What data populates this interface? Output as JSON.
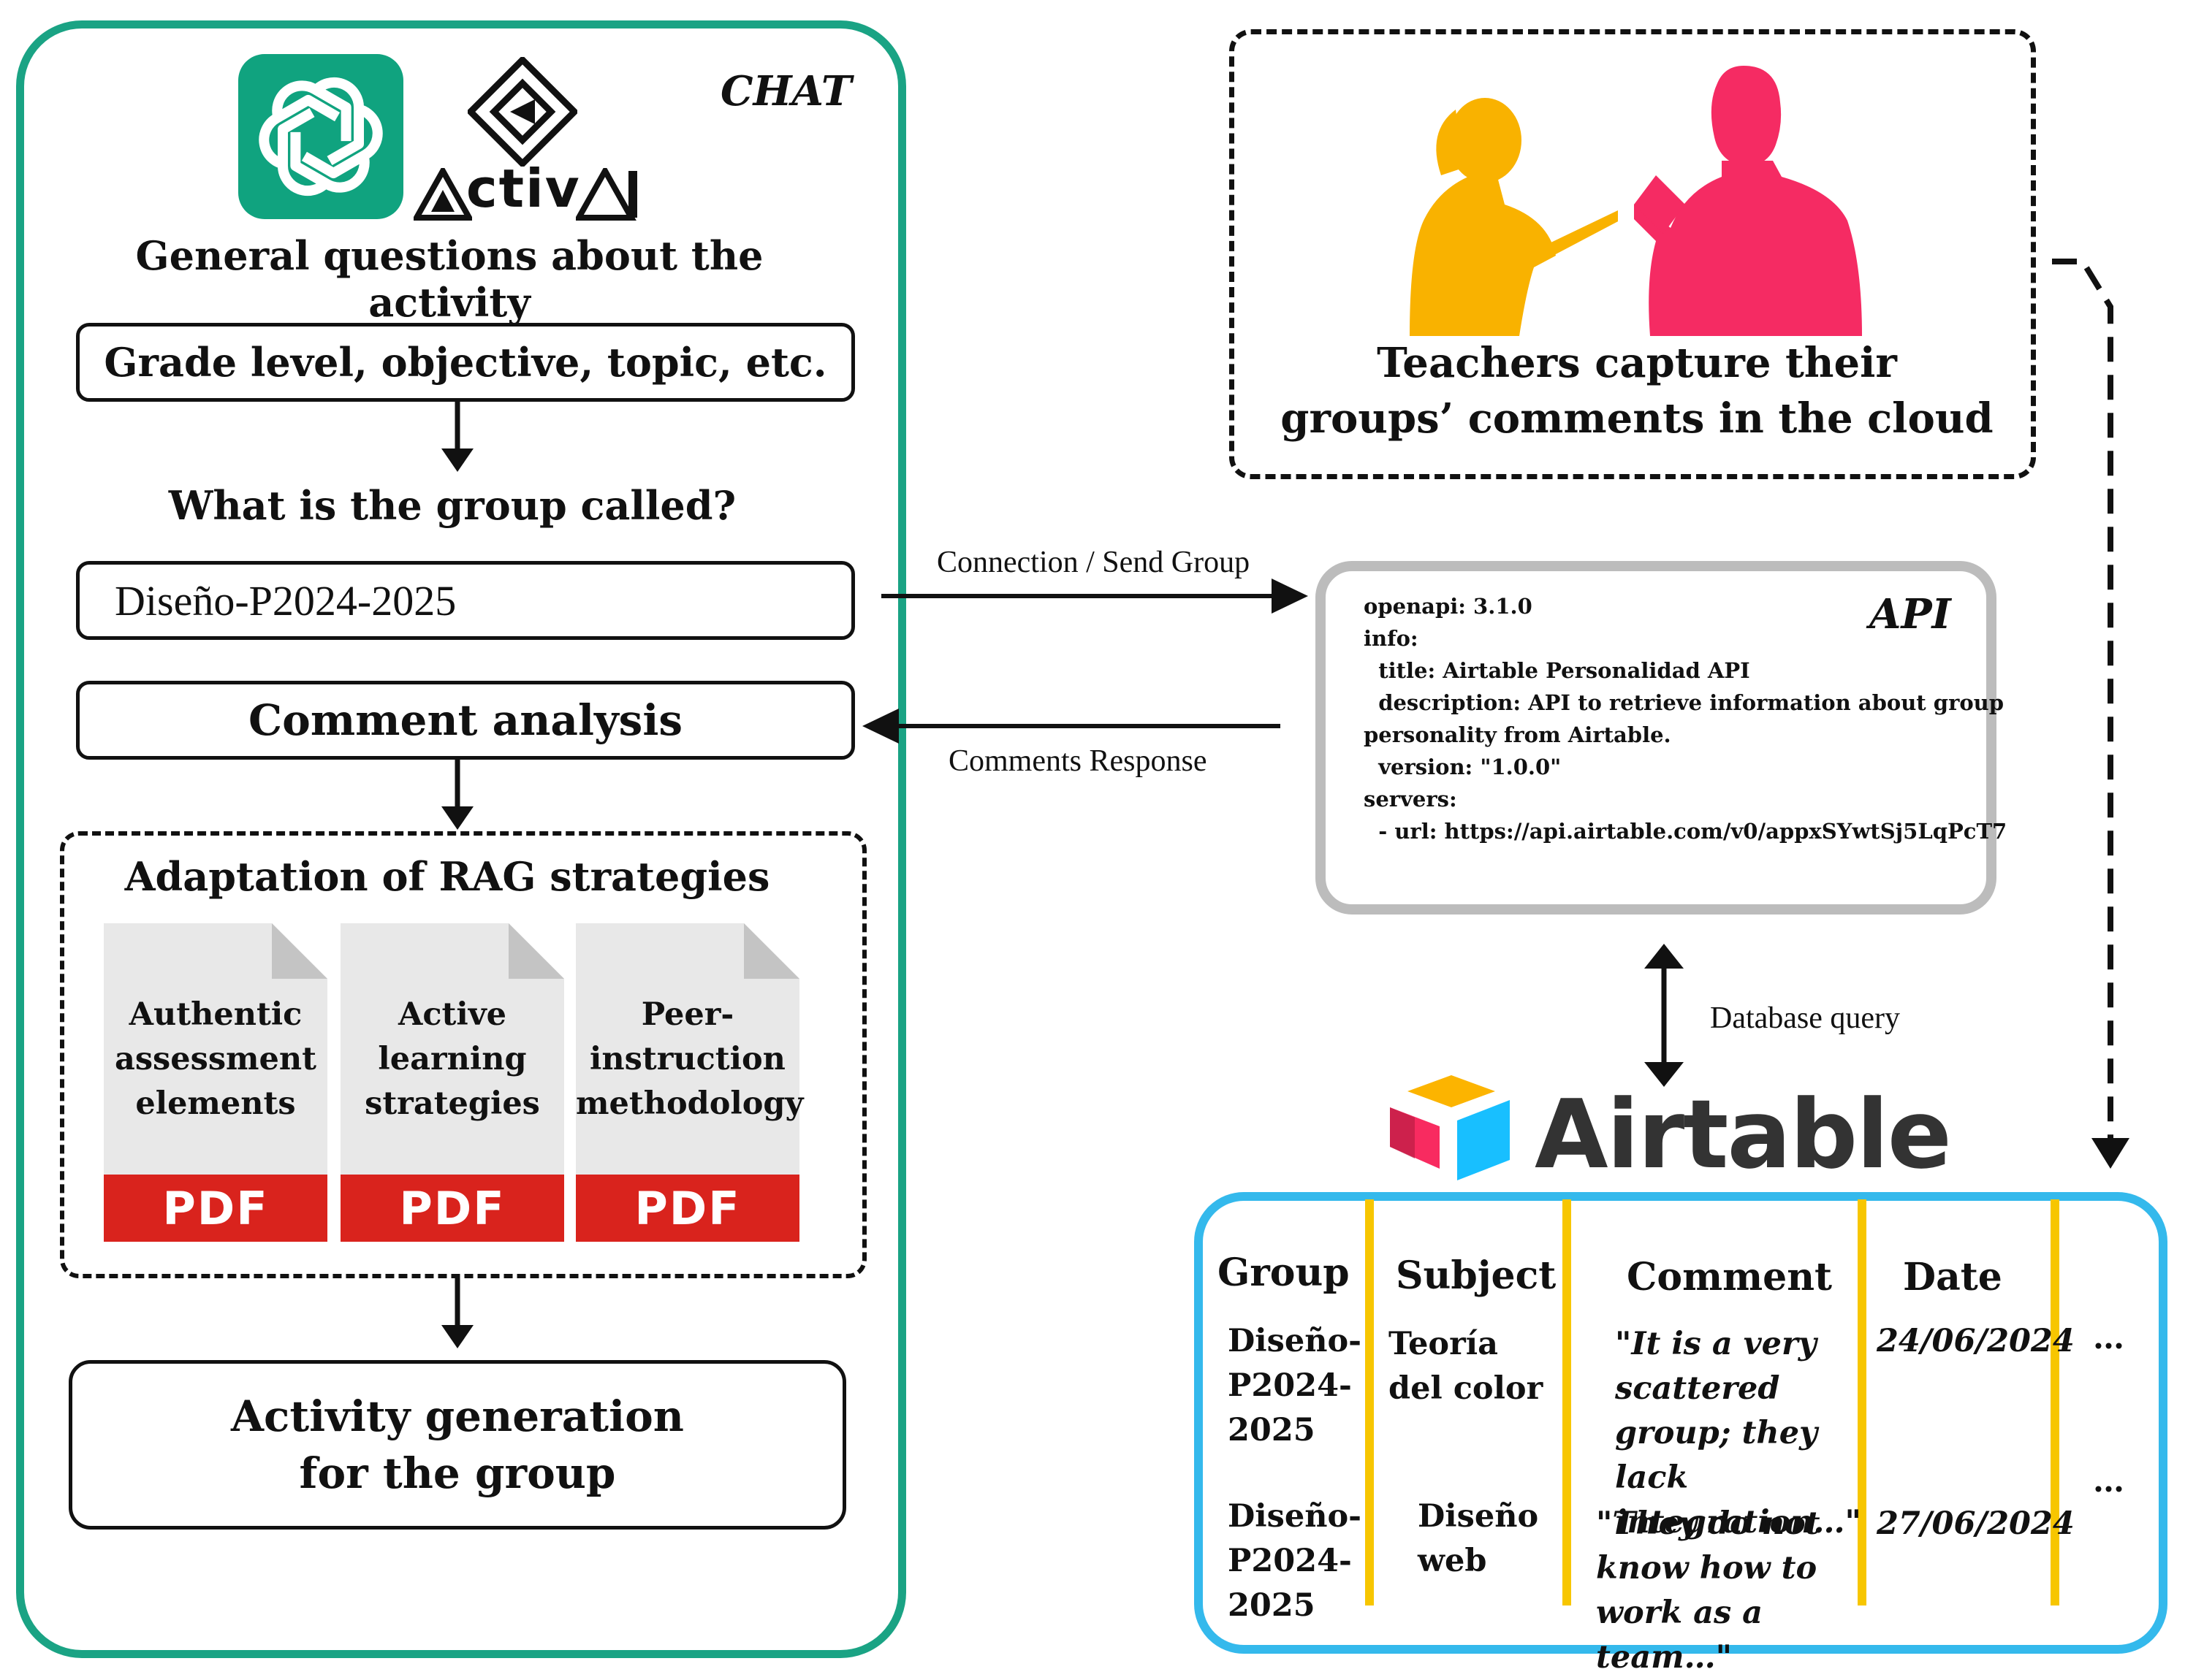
{
  "chat_panel": {
    "label": "CHAT",
    "activa_logo_text": "ctiv",
    "general_questions": "General questions about the activity",
    "step1": "Grade level, objective, topic, etc.",
    "question": "What is the group called?",
    "group_input": "Diseño-P2024-2025",
    "step2": "Comment analysis",
    "rag_title": "Adaptation of RAG strategies",
    "pdfs": [
      {
        "title": "Authentic assessment elements",
        "badge": "PDF"
      },
      {
        "title": "Active learning strategies",
        "badge": "PDF"
      },
      {
        "title": "Peer-instruction methodology",
        "badge": "PDF"
      }
    ],
    "output_line1": "Activity generation",
    "output_line2": "for the group"
  },
  "teachers_panel": {
    "line1": "Teachers capture their",
    "line2": "groups’ comments in the cloud"
  },
  "arrows": {
    "send": "Connection / Send Group",
    "response": "Comments Response",
    "db_query": "Database query"
  },
  "api_panel": {
    "label": "API",
    "code_lines": [
      "openapi: 3.1.0",
      "info:",
      "  title: Airtable Personalidad API",
      "  description: API to retrieve information about group",
      "personality from Airtable.",
      "  version: \"1.0.0\"",
      "servers:",
      "  - url: https://api.airtable.com/v0/appxSYwtSj5LqPcT7"
    ]
  },
  "airtable": {
    "brand": "Airtable",
    "headers": [
      "Group",
      "Subject",
      "Comment",
      "Date"
    ],
    "rows": [
      {
        "group": "Diseño-P2024-2025",
        "subject": "Teoría del color",
        "comment": "\"It is a very scattered group; they lack integration…\"",
        "date": "24/06/2024",
        "more": "…"
      },
      {
        "group": "Diseño-P2024-2025",
        "subject": "Diseño web",
        "comment": "\"They do not know how to work as a team…\"",
        "date": "27/06/2024",
        "more": "…"
      }
    ]
  },
  "colors": {
    "chat_border": "#1aa384",
    "chatgpt_bg": "#10a37f",
    "api_border": "#bcbcbc",
    "airtable_border": "#34b9ec",
    "table_divider": "#f7c600",
    "teacher_left": "#f9b200",
    "teacher_right": "#f52b63",
    "pdf_red": "#d9231d"
  }
}
